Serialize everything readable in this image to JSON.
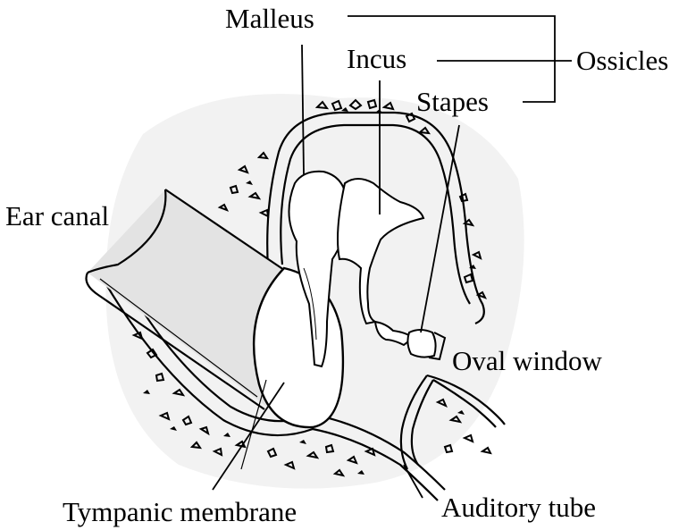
{
  "labels": {
    "malleus": "Malleus",
    "incus": "Incus",
    "stapes": "Stapes",
    "ossicles": "Ossicles",
    "ear_canal": "Ear canal",
    "oval_window": "Oval window",
    "tympanic_membrane": "Tympanic membrane",
    "auditory_tube": "Auditory tube"
  }
}
